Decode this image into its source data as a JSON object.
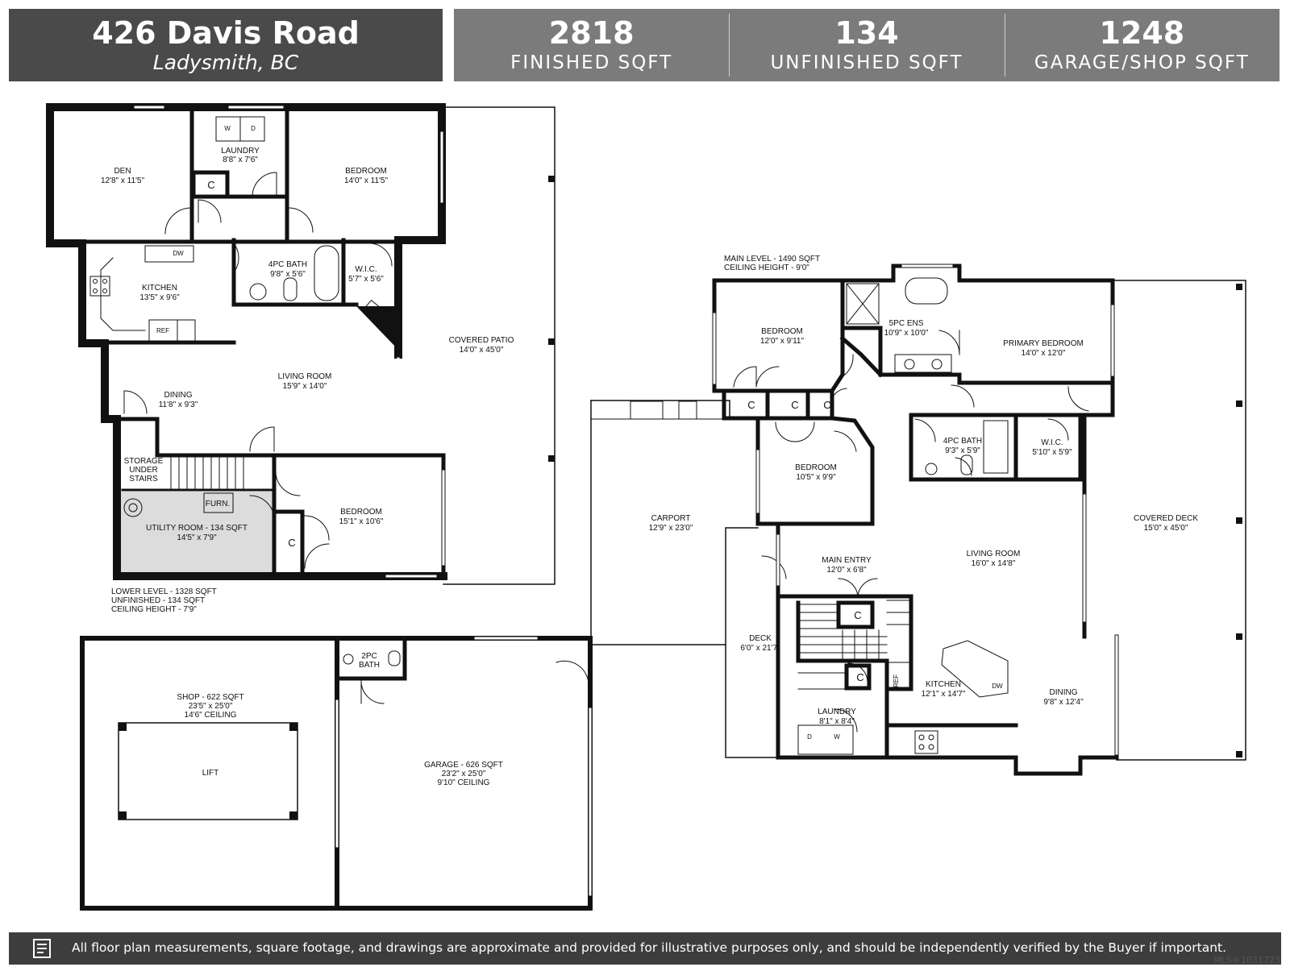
{
  "header": {
    "address": "426 Davis Road",
    "city": "Ladysmith, BC",
    "stats": [
      {
        "value": "2818",
        "label": "FINISHED SQFT"
      },
      {
        "value": "134",
        "label": "UNFINISHED SQFT"
      },
      {
        "value": "1248",
        "label": "GARAGE/SHOP SQFT"
      }
    ]
  },
  "lower": {
    "den": {
      "name": "DEN",
      "dim": "12'8\" x 11'5\""
    },
    "laundry": {
      "name": "LAUNDRY",
      "dim": "8'8\" x 7'6\""
    },
    "bedroom1": {
      "name": "BEDROOM",
      "dim": "14'0\" x 11'5\""
    },
    "kitchen": {
      "name": "KITCHEN",
      "dim": "13'5\" x 9'6\""
    },
    "bath": {
      "name": "4PC BATH",
      "dim": "9'8\" x 5'6\""
    },
    "wic": {
      "name": "W.I.C.",
      "dim": "5'7\" x 5'6\""
    },
    "patio": {
      "name": "COVERED PATIO",
      "dim": "14'0\" x 45'0\""
    },
    "living": {
      "name": "LIVING ROOM",
      "dim": "15'9\" x 14'0\""
    },
    "dining": {
      "name": "DINING",
      "dim": "11'8\" x 9'3\""
    },
    "storage": [
      "STORAGE",
      "UNDER",
      "STAIRS"
    ],
    "utility": {
      "name": "UTILITY ROOM - 134 SQFT",
      "dim": "14'5\" x 7'9\""
    },
    "furn": "FURN.",
    "bedroom2": {
      "name": "BEDROOM",
      "dim": "15'1\" x 10'6\""
    },
    "notes": [
      "LOWER LEVEL - 1328 SQFT",
      "UNFINISHED - 134 SQFT",
      "CEILING HEIGHT - 7'9\""
    ]
  },
  "main": {
    "notes": [
      "MAIN LEVEL - 1490 SQFT",
      "CEILING HEIGHT - 9'0\""
    ],
    "bedroom1": {
      "name": "BEDROOM",
      "dim": "12'0\" x 9'11\""
    },
    "ensuite": {
      "name": "5PC ENS",
      "dim": "10'9\" x 10'0\""
    },
    "primary": {
      "name": "PRIMARY BEDROOM",
      "dim": "14'0\" x 12'0\""
    },
    "bedroom2": {
      "name": "BEDROOM",
      "dim": "10'5\" x 9'9\""
    },
    "bath": {
      "name": "4PC BATH",
      "dim": "9'3\" x 5'9\""
    },
    "wic": {
      "name": "W.I.C.",
      "dim": "5'10\" x 5'9\""
    },
    "carport": {
      "name": "CARPORT",
      "dim": "12'9\" x 23'0\""
    },
    "deck_cov": {
      "name": "COVERED DECK",
      "dim": "15'0\" x 45'0\""
    },
    "entry": {
      "name": "MAIN ENTRY",
      "dim": "12'0\" x 6'8\""
    },
    "living": {
      "name": "LIVING ROOM",
      "dim": "16'0\" x 14'8\""
    },
    "deck": {
      "name": "DECK",
      "dim": "6'0\" x 21'7\""
    },
    "kitchen": {
      "name": "KITCHEN",
      "dim": "12'1\" x 14'7\""
    },
    "dining": {
      "name": "DINING",
      "dim": "9'8\" x 12'4\""
    },
    "laundry": {
      "name": "LAUNDRY",
      "dim": "8'1\" x 8'4\""
    }
  },
  "garage": {
    "shop": {
      "name": "SHOP - 622 SQFT",
      "dim": "23'5\" x 25'0\"",
      "ceil": "14'6\" CEILING"
    },
    "lift": "LIFT",
    "bath": [
      "2PC",
      "BATH"
    ],
    "garage": {
      "name": "GARAGE - 626 SQFT",
      "dim": "23'2\" x 25'0\"",
      "ceil": "9'10\" CEILING"
    }
  },
  "fixtures": {
    "c": "C",
    "w": "W",
    "d": "D",
    "dw": "DW",
    "ref": "REF"
  },
  "footer": {
    "disclaimer": "All floor plan measurements, square footage, and drawings are approximate and provided for illustrative purposes only, and should be independently verified by the Buyer if important.",
    "mls": "MLS®1031723"
  },
  "colors": {
    "header_dark": "#4a4a4a",
    "header_light": "#7b7b7b",
    "footer": "#3d3d3d",
    "wall": "#111111",
    "utility_fill": "#dcdcdc"
  }
}
